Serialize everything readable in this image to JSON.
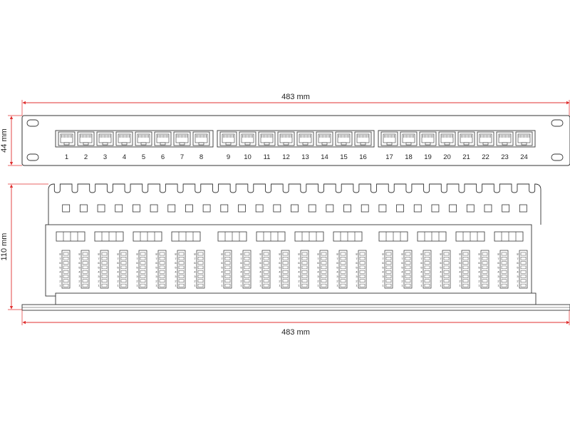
{
  "dimensions": {
    "top_width": "483 mm",
    "front_height": "44 mm",
    "depth": "110 mm",
    "bottom_width": "483 mm"
  },
  "ports": {
    "count": 24,
    "labels": [
      "1",
      "2",
      "3",
      "4",
      "5",
      "6",
      "7",
      "8",
      "9",
      "10",
      "11",
      "12",
      "13",
      "14",
      "15",
      "16",
      "17",
      "18",
      "19",
      "20",
      "21",
      "22",
      "23",
      "24"
    ],
    "groups": 3,
    "per_group": 8
  },
  "pin_labels": [
    "8",
    "7",
    "6",
    "5",
    "4",
    "3",
    "2",
    "1"
  ],
  "colors": {
    "dimension_line": "#e03030",
    "outline": "#333333",
    "background": "#ffffff"
  }
}
